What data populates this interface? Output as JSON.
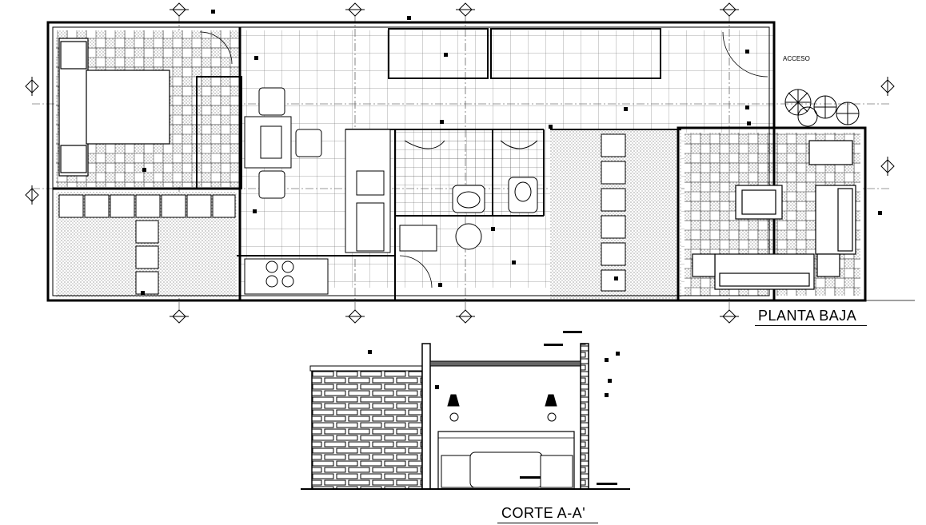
{
  "titles": {
    "plan": "PLANTA BAJA",
    "section": "CORTE A-A'"
  },
  "labels": {
    "access": "ACCESO"
  },
  "colors": {
    "line": "#000000",
    "background": "#ffffff",
    "hatch": "#7a7a7a"
  }
}
